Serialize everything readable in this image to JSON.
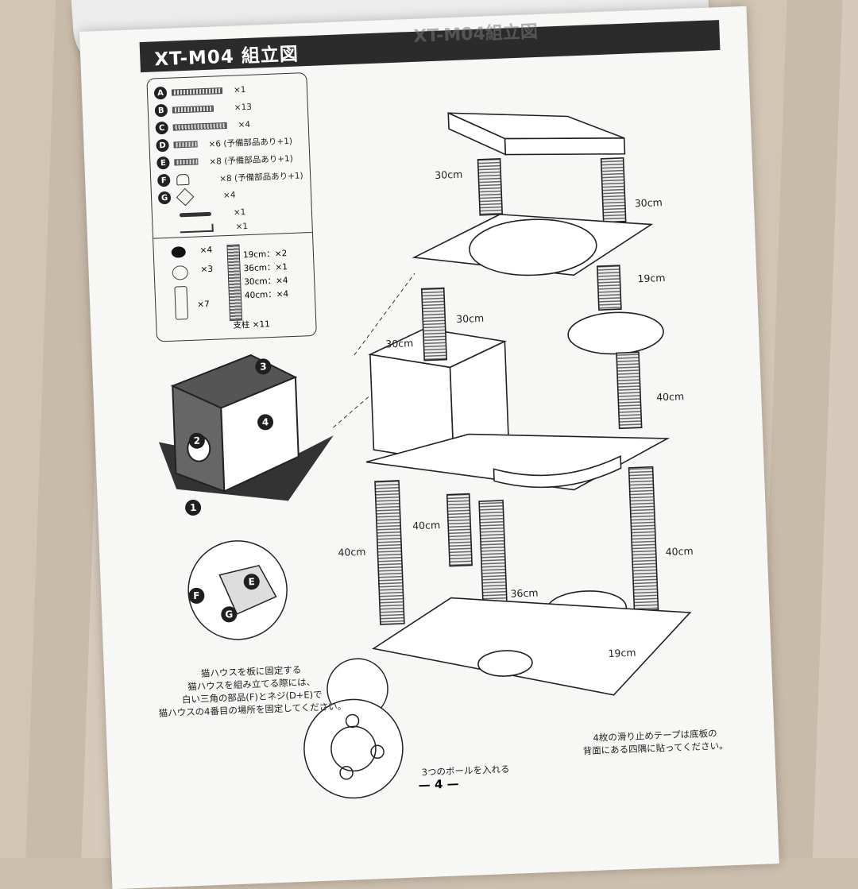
{
  "header": {
    "title": "XT-M04 組立図",
    "ghost_title": "XT-M04組立図"
  },
  "parts": [
    {
      "letter": "A",
      "qty": "×1"
    },
    {
      "letter": "B",
      "qty": "×13"
    },
    {
      "letter": "C",
      "qty": "×4"
    },
    {
      "letter": "D",
      "qty": "×6 (予備部品あり+1)"
    },
    {
      "letter": "E",
      "qty": "×8 (予備部品あり+1)"
    },
    {
      "letter": "F",
      "qty": "×8 (予備部品あり+1)"
    },
    {
      "letter": "G",
      "qty": "×4"
    }
  ],
  "tools": [
    {
      "qty": "×1"
    },
    {
      "qty": "×1"
    }
  ],
  "accessories": {
    "foot_pad": "×4",
    "ball": "×3",
    "tube": "×7"
  },
  "pillars": {
    "lines": [
      "19cm：×2",
      "36cm：×1",
      "30cm：×4",
      "40cm：×4"
    ],
    "caption": "支柱 ×11"
  },
  "house_steps": [
    "1",
    "2",
    "3",
    "4"
  ],
  "detail_badges": [
    "E",
    "F",
    "G"
  ],
  "dimensions": {
    "top_left": "30cm",
    "top_right": "30cm",
    "mid_right": "19cm",
    "mid_center": "30cm",
    "house_top": "30cm",
    "right_40": "40cm",
    "lower_left_inner": "40cm",
    "lower_left": "40cm",
    "lower_right": "40cm",
    "center_36": "36cm",
    "bottom_19": "19cm"
  },
  "notes": {
    "house": [
      "猫ハウスを板に固定する",
      "猫ハウスを組み立てる際には、",
      "白い三角の部品(F)とネジ(D+E)で",
      "猫ハウスの4番目の場所を固定してください。"
    ],
    "tape": [
      "4枚の滑り止めテープは底板の",
      "背面にある四隅に貼ってください。"
    ],
    "balls": "3つのボールを入れる"
  },
  "page_number": "— 4 —"
}
